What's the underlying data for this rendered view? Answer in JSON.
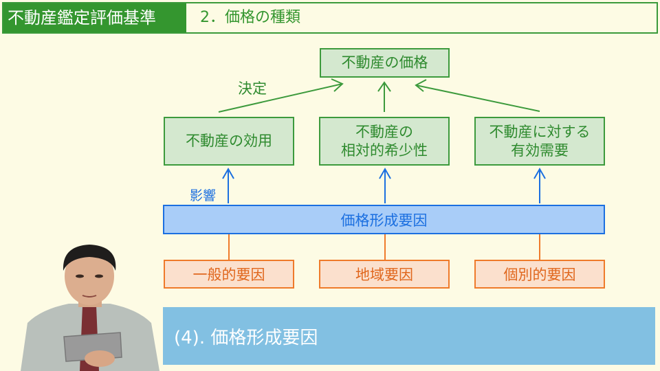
{
  "header": {
    "course_title": "不動産鑑定評価基準",
    "section_title": "2．価格の種類"
  },
  "diagram": {
    "top_node": "不動産の価格",
    "decide_label": "決定",
    "influence_label": "影響",
    "middle_nodes": [
      {
        "line1": "不動産の効用",
        "line2": ""
      },
      {
        "line1": "不動産の",
        "line2": "相対的希少性"
      },
      {
        "line1": "不動産に対する",
        "line2": "有効需要"
      }
    ],
    "factor_bar": "価格形成要因",
    "factor_nodes": [
      "一般的要因",
      "地域要因",
      "個別的要因"
    ],
    "colors": {
      "green": "#34962f",
      "blue": "#1b6fe0",
      "orange": "#ef7a2a",
      "banner": "#82c0e2",
      "background": "#fdfbe4"
    }
  },
  "banner": {
    "text": "(4). 価格形成要因"
  },
  "presenter": {
    "description": "presenter holding tablet"
  }
}
